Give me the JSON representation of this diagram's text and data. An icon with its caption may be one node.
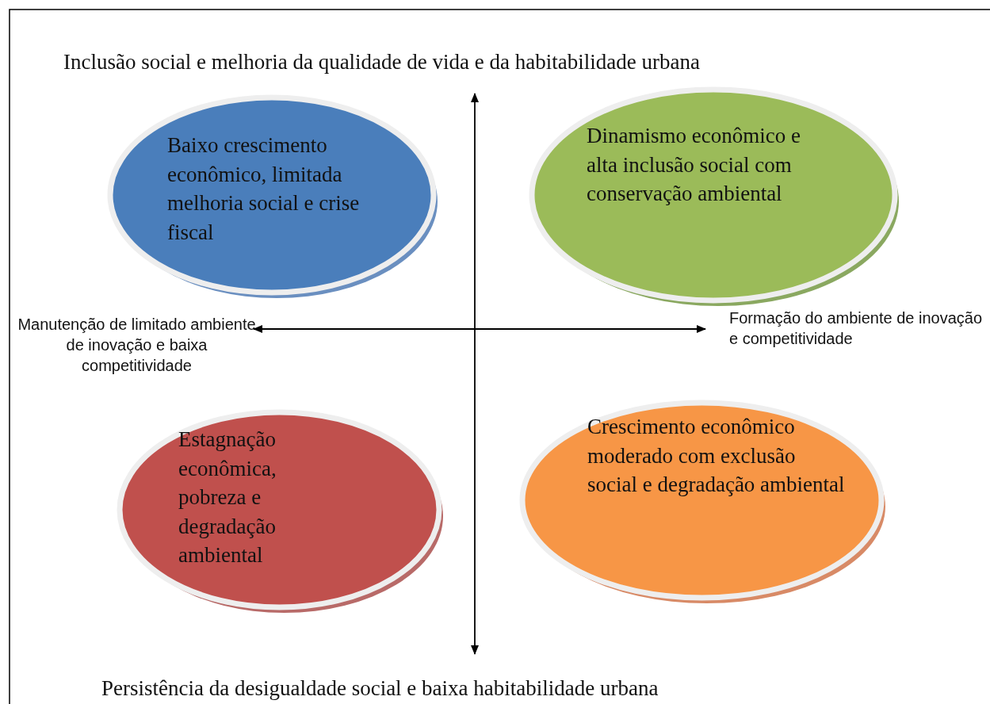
{
  "diagram": {
    "nodes": [
      {
        "text": [
          "Baixo crescimento econômico, limitada melhoria social e crise fiscal"
        ]
      },
      {
        "text": [
          "Dinamismo econômico e alta inclusão social com conservação ambiental"
        ]
      },
      {
        "text": [
          "Estagnação econômica, pobreza e degradação ambiental"
        ]
      },
      {
        "text": [
          "Crescimento econômico moderado com exclusão social e degradação ambiental"
        ]
      }
    ],
    "edges": [],
    "labels": [
      "Inclusão social e melhoria da qualidade de vida e da habitabilidade urbana",
      "Manutenção de limitado ambiente de inovação e baixa competitividade",
      "Formação do ambiente de inovação e competitividade",
      "Persistência da desigualdade social e baixa habitabilidade urbana"
    ]
  }
}
